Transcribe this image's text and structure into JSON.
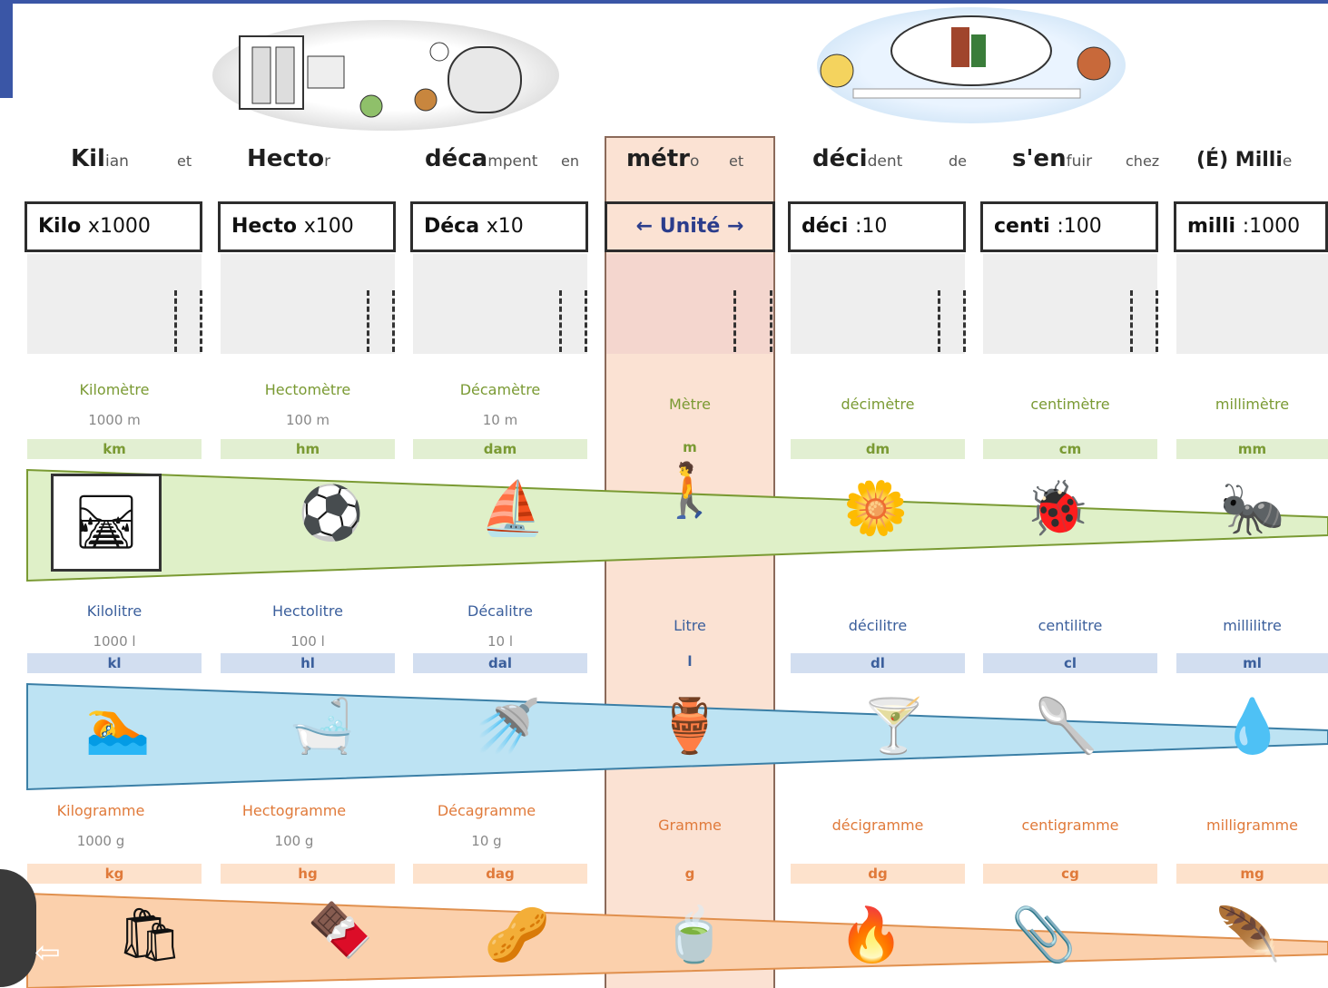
{
  "header": {
    "words": [
      {
        "bold": "Kil",
        "rest": "ian"
      },
      {
        "bold": "Hecto",
        "rest": "r"
      },
      {
        "bold": "déca",
        "rest": "mpent"
      },
      {
        "bold": "métr",
        "rest": "o"
      },
      {
        "bold": "déci",
        "rest": "dent"
      },
      {
        "bold": "s'en",
        "rest": "fuir"
      },
      {
        "bold": "(É) Milli",
        "rest": "e"
      }
    ],
    "conjunctions": [
      "et",
      "en",
      "et",
      "de",
      "chez"
    ]
  },
  "prefixes": [
    {
      "label": "Kilo",
      "mult": "x1000"
    },
    {
      "label": "Hecto",
      "mult": "x100"
    },
    {
      "label": "Déca",
      "mult": "x10"
    },
    {
      "label": "← Unité →",
      "mult": ""
    },
    {
      "label": "déci",
      "mult": ":10"
    },
    {
      "label": "centi",
      "mult": ":100"
    },
    {
      "label": "milli",
      "mult": ":1000"
    }
  ],
  "length": [
    {
      "name": "Kilomètre",
      "value": "1000 m",
      "symbol": "km",
      "icon": "railway-tracks-icon"
    },
    {
      "name": "Hectomètre",
      "value": "100 m",
      "symbol": "hm",
      "icon": "football-field-icon"
    },
    {
      "name": "Décamètre",
      "value": "10 m",
      "symbol": "dam",
      "icon": "boat-icon"
    },
    {
      "name": "Mètre",
      "value": "",
      "symbol": "m",
      "icon": "walking-woman-icon"
    },
    {
      "name": "décimètre",
      "value": "",
      "symbol": "dm",
      "icon": "flower-icon"
    },
    {
      "name": "centimètre",
      "value": "",
      "symbol": "cm",
      "icon": "bug-icon"
    },
    {
      "name": "millimètre",
      "value": "",
      "symbol": "mm",
      "icon": "ant-icon"
    }
  ],
  "volume": [
    {
      "name": "Kilolitre",
      "value": "1000 l",
      "symbol": "kl",
      "icon": "pool-icon"
    },
    {
      "name": "Hectolitre",
      "value": "100 l",
      "symbol": "hl",
      "icon": "bathtub-icon"
    },
    {
      "name": "Décalitre",
      "value": "10 l",
      "symbol": "dal",
      "icon": "watering-can-icon"
    },
    {
      "name": "Litre",
      "value": "",
      "symbol": "l",
      "icon": "jug-icon"
    },
    {
      "name": "décilitre",
      "value": "",
      "symbol": "dl",
      "icon": "cocktail-glass-icon"
    },
    {
      "name": "centilitre",
      "value": "",
      "symbol": "cl",
      "icon": "spoon-icon"
    },
    {
      "name": "millilitre",
      "value": "",
      "symbol": "ml",
      "icon": "water-drops-icon"
    }
  ],
  "mass": [
    {
      "name": "Kilogramme",
      "value": "1000 g",
      "symbol": "kg",
      "icon": "bag-icon"
    },
    {
      "name": "Hectogramme",
      "value": "100 g",
      "symbol": "hg",
      "icon": "chocolate-bar-icon"
    },
    {
      "name": "Décagramme",
      "value": "10 g",
      "symbol": "dag",
      "icon": "walnut-icon"
    },
    {
      "name": "Gramme",
      "value": "",
      "symbol": "g",
      "icon": "tea-bag-icon"
    },
    {
      "name": "décigramme",
      "value": "",
      "symbol": "dg",
      "icon": "match-icon"
    },
    {
      "name": "centigramme",
      "value": "",
      "symbol": "cg",
      "icon": "paperclip-icon"
    },
    {
      "name": "milligramme",
      "value": "",
      "symbol": "mg",
      "icon": "feather-icon"
    }
  ],
  "colors": {
    "length_band": "#dff0c8",
    "volume_band": "#bde3f3",
    "mass_band": "#fbd0ac",
    "unit_column": "#fbe2d3",
    "frame": "#3a56a6"
  }
}
